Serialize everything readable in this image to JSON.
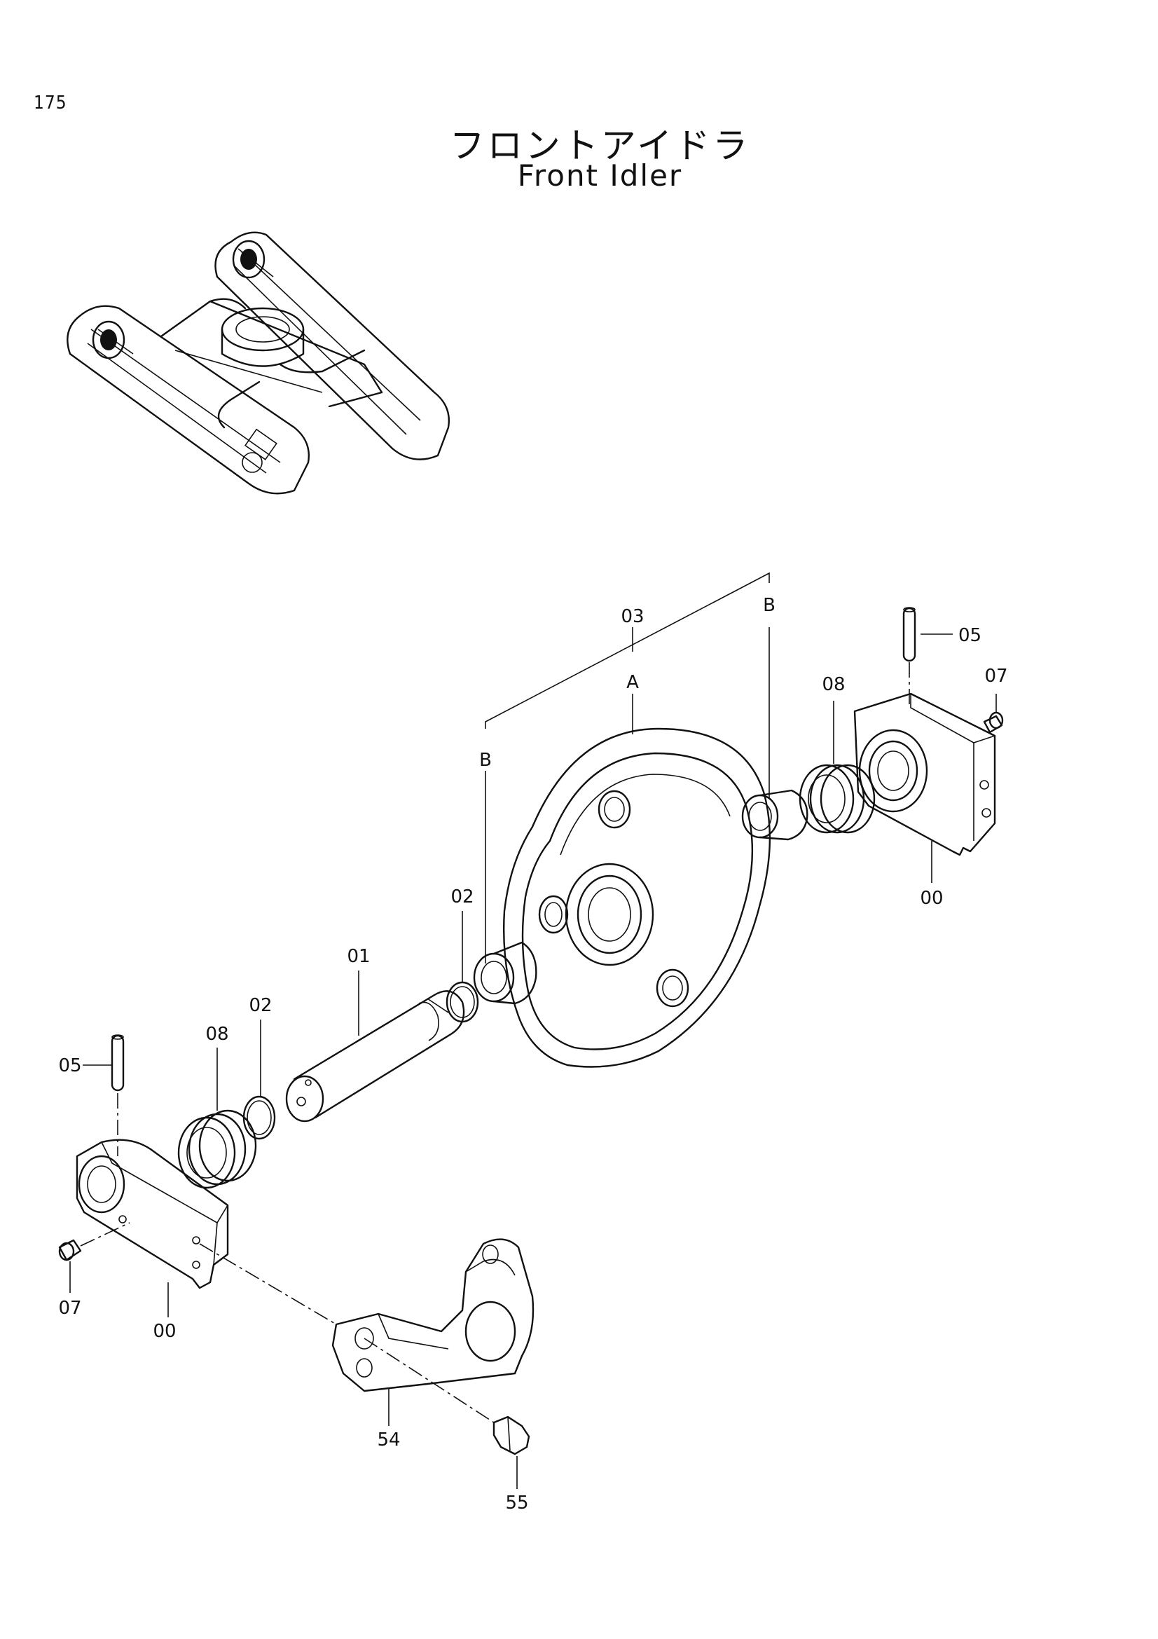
{
  "page": {
    "number": "175"
  },
  "title": {
    "japanese": "フロントアイドラ",
    "english": "Front Idler"
  },
  "callouts": {
    "c03": "03",
    "cA": "A",
    "cB_left": "B",
    "cB_right": "B",
    "c05_right": "05",
    "c07_right": "07",
    "c08_right": "08",
    "c00_right": "00",
    "c02_upper": "02",
    "c01": "01",
    "c02_lower": "02",
    "c08_left": "08",
    "c05_left": "05",
    "c07_left": "07",
    "c00_left": "00",
    "c54": "54",
    "c55": "55"
  }
}
